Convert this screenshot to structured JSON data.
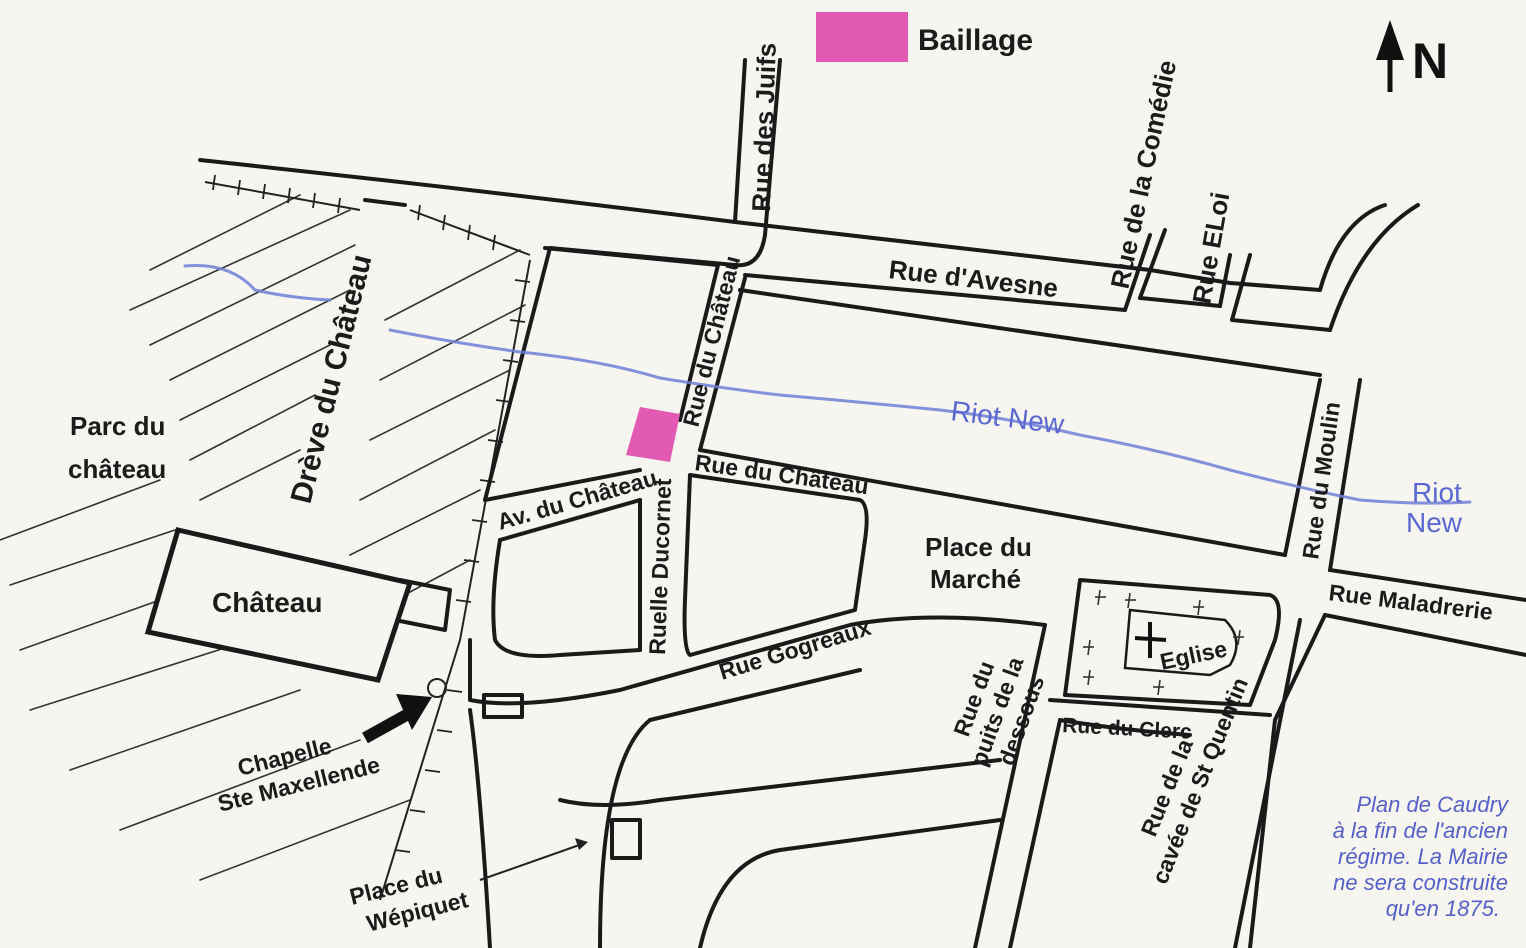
{
  "legend": {
    "swatch_color": "#e25ab3",
    "label": "Baillage"
  },
  "north": {
    "label": "N"
  },
  "streets": {
    "rue_des_juifs": "Rue des Juifs",
    "rue_de_la_comedie": "Rue de la Comédie",
    "rue_eloi": "Rue ELoi",
    "rue_avesne": "Rue d'Avesne",
    "rue_du_chateau_vertical": "Rue du Château",
    "rue_du_chateau_horizontal": "Rue du Château",
    "dreve_du_chateau": "Drève du Château",
    "av_du_chateau": "Av. du Château",
    "ruelle_ducornet": "Ruelle Ducornet",
    "rue_gogreaux": "Rue Gogréaux",
    "rue_du_moulin": "Rue du Moulin",
    "rue_maladrerie": "Rue Maladrerie",
    "rue_du_clerc": "Rue du Clerc",
    "rue_puits_line1": "Rue du",
    "rue_puits_line2": "puits de la",
    "rue_puits_line3": "dessous",
    "rue_cavee_line1": "Rue de la",
    "rue_cavee_line2": "cavée de St Quentin"
  },
  "places": {
    "parc_line1": "Parc du",
    "parc_line2": "château",
    "chateau": "Château",
    "place_marche_line1": "Place du",
    "place_marche_line2": "Marché",
    "eglise": "Eglise",
    "chapelle_line1": "Chapelle",
    "chapelle_line2": "Ste Maxellende",
    "wepiquet_line1": "Place du",
    "wepiquet_line2": "Wépiquet"
  },
  "river": {
    "label_main": "Riot New",
    "label_edge_line1": "Riot",
    "label_edge_line2": "New",
    "color": "#6f7fd6"
  },
  "caption": {
    "line1": "Plan de Caudry",
    "line2": "à la fin de l'ancien",
    "line3": "régime. La Mairie",
    "line4": "ne sera construite",
    "line5": "qu'en 1875."
  }
}
